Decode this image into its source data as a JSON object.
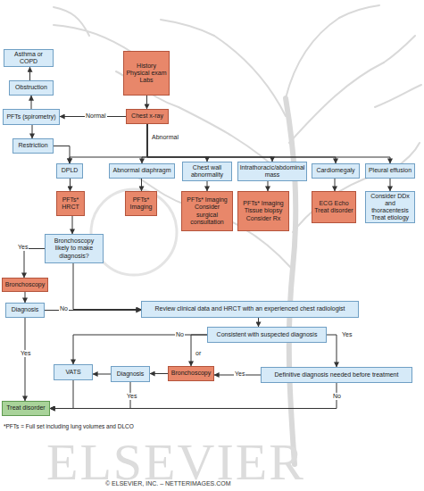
{
  "diagram": {
    "nodes": [
      {
        "text": [
          "History Physical exam Labs"
        ]
      },
      {
        "text": [
          "Chest x-ray"
        ]
      },
      {
        "text": [
          "Asthma or COPD"
        ]
      },
      {
        "text": [
          "Obstruction"
        ]
      },
      {
        "text": [
          "PFTs (spirometry)"
        ]
      },
      {
        "text": [
          "Restriction"
        ]
      },
      {
        "text": [
          "DPLD"
        ]
      },
      {
        "text": [
          "Abnormal diaphragm"
        ]
      },
      {
        "text": [
          "Chest wall abnormality"
        ]
      },
      {
        "text": [
          "Intrathoracic/abdominal mass"
        ]
      },
      {
        "text": [
          "Cardiomegaly"
        ]
      },
      {
        "text": [
          "Pleural effusion"
        ]
      },
      {
        "text": [
          "PFTs* HRCT"
        ]
      },
      {
        "text": [
          "PFTs* Imaging"
        ]
      },
      {
        "text": [
          "PFTs* Imaging Consider surgical consultation"
        ]
      },
      {
        "text": [
          "PFTs* Imaging Tissue biopsy Consider Rx"
        ]
      },
      {
        "text": [
          "ECG Echo Treat disorder"
        ]
      },
      {
        "text": [
          "Consider DDx and thoracentesis Treat etiology"
        ]
      },
      {
        "text": [
          "Bronchoscopy likely to make diagnosis?"
        ]
      },
      {
        "text": [
          "Bronchoscopy"
        ]
      },
      {
        "text": [
          "Diagnosis"
        ]
      },
      {
        "text": [
          "Review clinical data and HRCT with an experienced chest radiologist"
        ]
      },
      {
        "text": [
          "Consistent with suspected diagnosis"
        ]
      },
      {
        "text": [
          "VATS"
        ]
      },
      {
        "text": [
          "Diagnosis"
        ]
      },
      {
        "text": [
          "Bronchoscopy"
        ]
      },
      {
        "text": [
          "Definitive diagnosis needed before treatment"
        ]
      },
      {
        "text": [
          "Treat disorder"
        ]
      }
    ],
    "edges": [
      {
        "from": 0,
        "to": 1,
        "arrow": "to"
      },
      {
        "from": 1,
        "to": 4,
        "label": "Normal",
        "arrow": "to"
      },
      {
        "from": 4,
        "to": 3,
        "arrow": "to"
      },
      {
        "from": 3,
        "to": 2,
        "arrow": "to"
      },
      {
        "from": 4,
        "to": 5,
        "arrow": "to"
      },
      {
        "from": 5,
        "to": 6,
        "arrow": "to"
      },
      {
        "from": 1,
        "to": 6,
        "arrow": "to"
      },
      {
        "from": 1,
        "to": 7,
        "arrow": "to"
      },
      {
        "from": 1,
        "to": 8,
        "arrow": "to"
      },
      {
        "from": 1,
        "to": 9,
        "arrow": "to"
      },
      {
        "from": 1,
        "to": 10,
        "arrow": "to"
      },
      {
        "from": 1,
        "to": 11,
        "arrow": "to"
      },
      {
        "from": 6,
        "to": 12,
        "arrow": "to"
      },
      {
        "from": 7,
        "to": 13,
        "arrow": "to"
      },
      {
        "from": 8,
        "to": 14,
        "arrow": "to"
      },
      {
        "from": 9,
        "to": 15,
        "arrow": "to"
      },
      {
        "from": 10,
        "to": 16,
        "arrow": "to"
      },
      {
        "from": 11,
        "to": 17,
        "arrow": "to"
      },
      {
        "from": 12,
        "to": 18,
        "arrow": "to"
      },
      {
        "from": 18,
        "to": 19,
        "label": "Yes",
        "arrow": "to"
      },
      {
        "from": 18,
        "to": 21,
        "arrow": "to"
      },
      {
        "from": 19,
        "to": 20,
        "arrow": "to"
      },
      {
        "from": 20,
        "to": 27,
        "label": "Yes",
        "arrow": "to"
      },
      {
        "from": 20,
        "to": 21,
        "label": "No",
        "arrow": "to"
      },
      {
        "from": 21,
        "to": 22,
        "arrow": "to"
      },
      {
        "from": 22,
        "to": 23,
        "label": "No",
        "arrow": "to"
      },
      {
        "from": 22,
        "to": 25,
        "arrow": "to"
      },
      {
        "from": 22,
        "to": 26,
        "label": "Yes",
        "arrow": "to"
      },
      {
        "from": 26,
        "to": 25,
        "label": "Yes",
        "arrow": "to"
      },
      {
        "from": 25,
        "to": 24,
        "arrow": "to"
      },
      {
        "from": 24,
        "to": 23,
        "arrow": "to"
      },
      {
        "from": 24,
        "to": 27,
        "label": "Yes",
        "arrow": "to"
      },
      {
        "from": 23,
        "to": 27,
        "arrow": "to"
      },
      {
        "from": 26,
        "to": 27,
        "label": "No",
        "arrow": "to"
      }
    ],
    "labels": [
      "Abnormal",
      "or",
      "*PFTs = Full set including lung volumes and DLCO",
      "ELSEVIER",
      "© ELSEVIER, INC. – NETTERIMAGES.COM"
    ]
  }
}
